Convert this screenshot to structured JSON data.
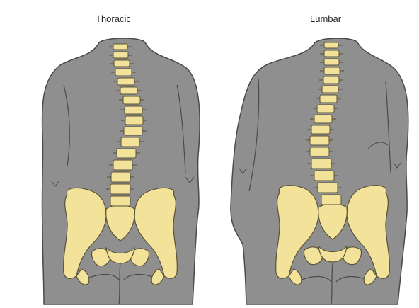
{
  "labels": {
    "left": "Thoracic",
    "right": "Lumbar"
  },
  "colors": {
    "body": "#8f8f8f",
    "outline": "#4a4a4a",
    "bone": "#f3e39a",
    "bone_outline": "#5a5236"
  },
  "figures": [
    {
      "name": "thoracic-scoliosis",
      "curve_region": "thoracic"
    },
    {
      "name": "lumbar-scoliosis",
      "curve_region": "lumbar"
    }
  ]
}
